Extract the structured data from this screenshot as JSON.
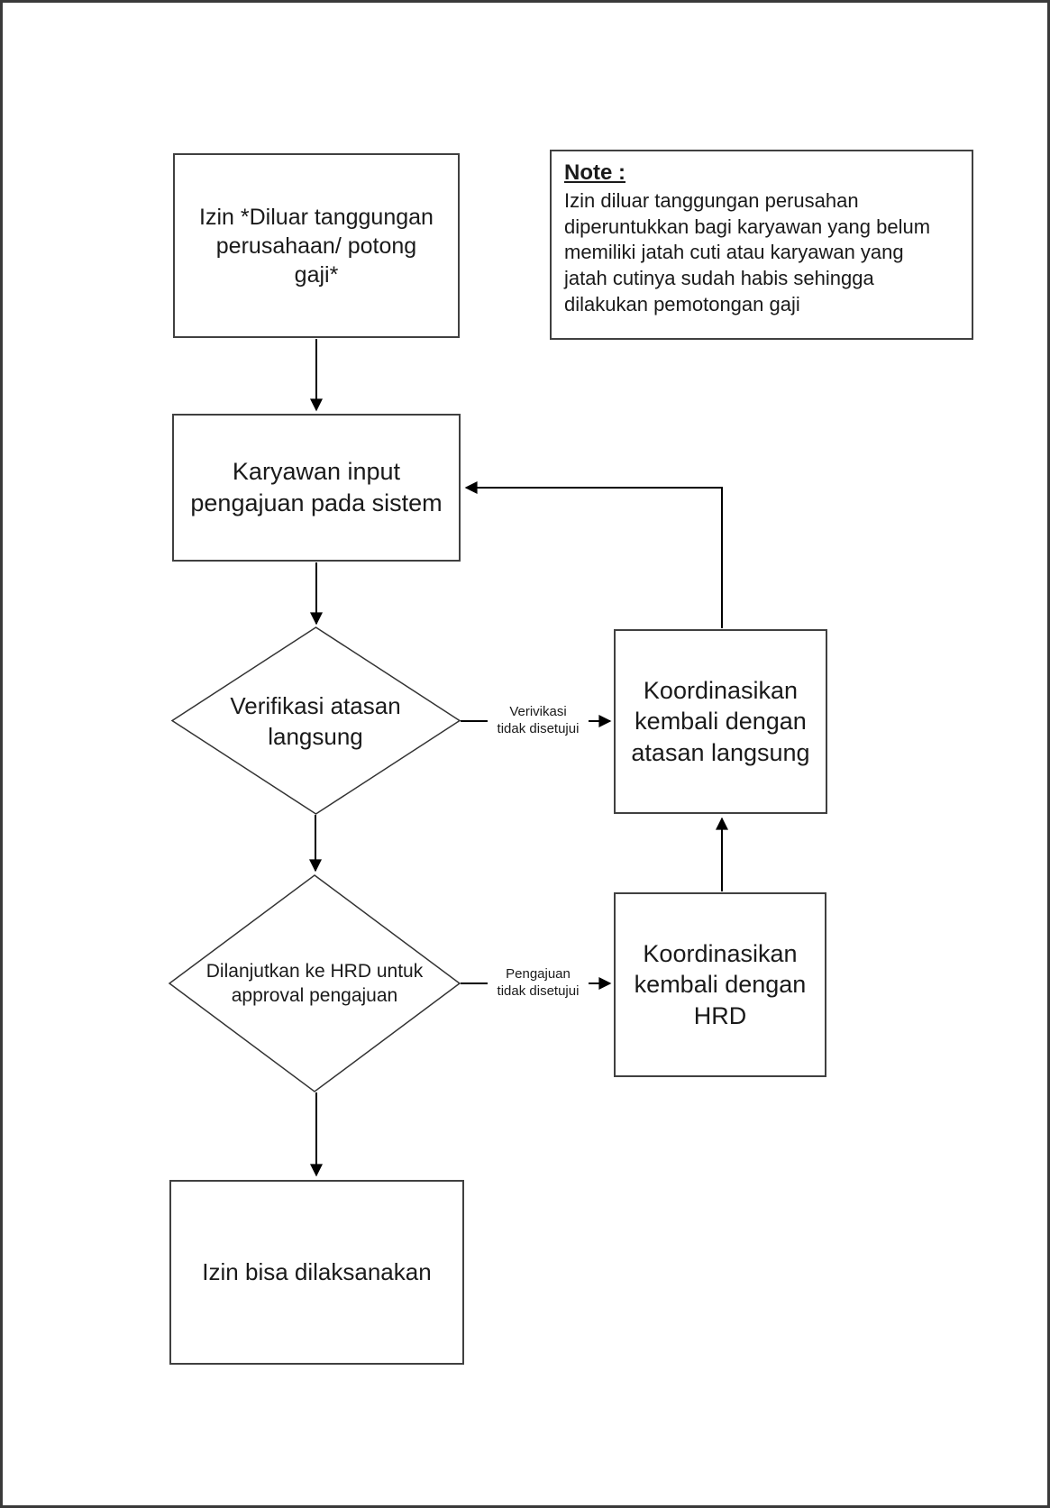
{
  "flowchart": {
    "title_hint": "Izin diluar tanggungan perusahaan flowchart",
    "nodes": {
      "start": {
        "label": "Izin *Diluar tanggungan\nperusahaan/ potong\ngaji*"
      },
      "input": {
        "label": "Karyawan input\npengajuan pada sistem"
      },
      "verify": {
        "label": "Verifikasi atasan\nlangsung"
      },
      "koordinasi_atasan": {
        "label": "Koordinasikan\nkembali dengan\natasan langsung"
      },
      "hrd_approval": {
        "label": "Dilanjutkan ke HRD untuk\napproval pengajuan"
      },
      "koordinasi_hrd": {
        "label": "Koordinasikan\nkembali dengan\nHRD"
      },
      "end": {
        "label": "Izin bisa dilaksanakan"
      }
    },
    "note": {
      "title": "Note :",
      "body": "Izin diluar tanggungan perusahan\ndiperuntukkan bagi karyawan yang belum\nmemiliki jatah cuti atau karyawan yang\njatah cutinya sudah habis sehingga\ndilakukan pemotongan gaji"
    },
    "edge_labels": {
      "verifikasi_rejected": "Verivikasi\ntidak disetujui",
      "pengajuan_rejected": "Pengajuan\ntidak disetujui"
    },
    "colors": {
      "stroke": "#404040",
      "arrow": "#000000",
      "background": "#ffffff",
      "page_border": "#3a3a3a"
    }
  }
}
